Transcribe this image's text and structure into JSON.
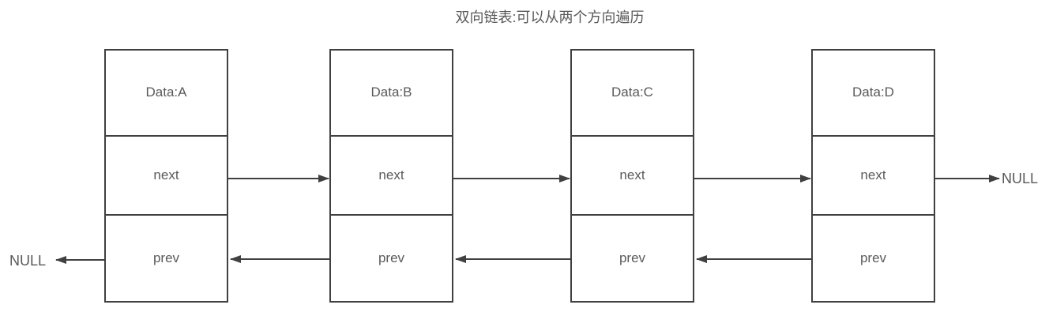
{
  "title": "双向链表:可以从两个方向遍历",
  "colors": {
    "line": "#404040",
    "text": "#595959",
    "background": "#ffffff"
  },
  "nodes": [
    {
      "id": "A",
      "data": "Data:A",
      "next": "next",
      "prev": "prev"
    },
    {
      "id": "B",
      "data": "Data:B",
      "next": "next",
      "prev": "prev"
    },
    {
      "id": "C",
      "data": "Data:C",
      "next": "next",
      "prev": "prev"
    },
    {
      "id": "D",
      "data": "Data:D",
      "next": "next",
      "prev": "prev"
    }
  ],
  "null_labels": {
    "left": "NULL",
    "right": "NULL"
  },
  "edges": [
    {
      "from": "A.next",
      "to": "B",
      "direction": "right"
    },
    {
      "from": "B.next",
      "to": "C",
      "direction": "right"
    },
    {
      "from": "C.next",
      "to": "D",
      "direction": "right"
    },
    {
      "from": "D.next",
      "to": "NULL",
      "direction": "right"
    },
    {
      "from": "B.prev",
      "to": "A",
      "direction": "left"
    },
    {
      "from": "C.prev",
      "to": "B",
      "direction": "left"
    },
    {
      "from": "D.prev",
      "to": "C",
      "direction": "left"
    },
    {
      "from": "A.prev",
      "to": "NULL",
      "direction": "left"
    }
  ]
}
